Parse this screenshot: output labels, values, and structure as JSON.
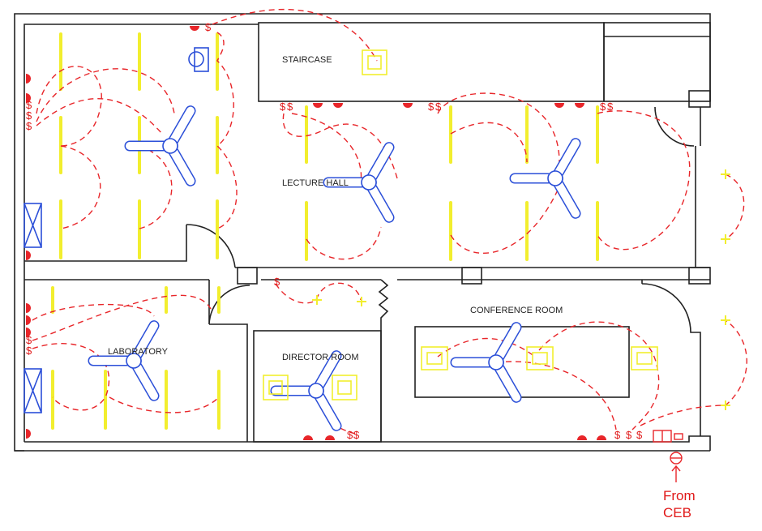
{
  "rooms": {
    "staircase": "STAIRCASE",
    "lecture_hall": "LECTURE HALL",
    "laboratory": "LABORATORY",
    "director_room": "DIRECTOR ROOM",
    "conference_room": "CONFERENCE ROOM"
  },
  "supply": {
    "line1": "From",
    "line2": "CEB"
  },
  "symbols": {
    "switch": "$"
  },
  "colors": {
    "walls": "#222222",
    "wiring": "#e8262a",
    "lights": "#f2ee2e",
    "fans": "#2b4fd8"
  }
}
